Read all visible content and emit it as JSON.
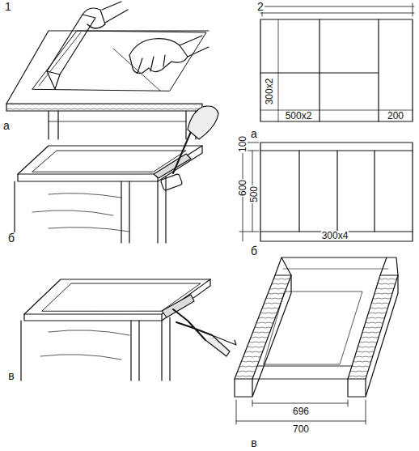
{
  "diagram": {
    "labels": [
      "1",
      "а",
      "б",
      "в",
      "2",
      "а",
      "300х2",
      "500х2",
      "200",
      "б",
      "100",
      "600",
      "500",
      "300х4",
      "в",
      "696",
      "700"
    ]
  }
}
